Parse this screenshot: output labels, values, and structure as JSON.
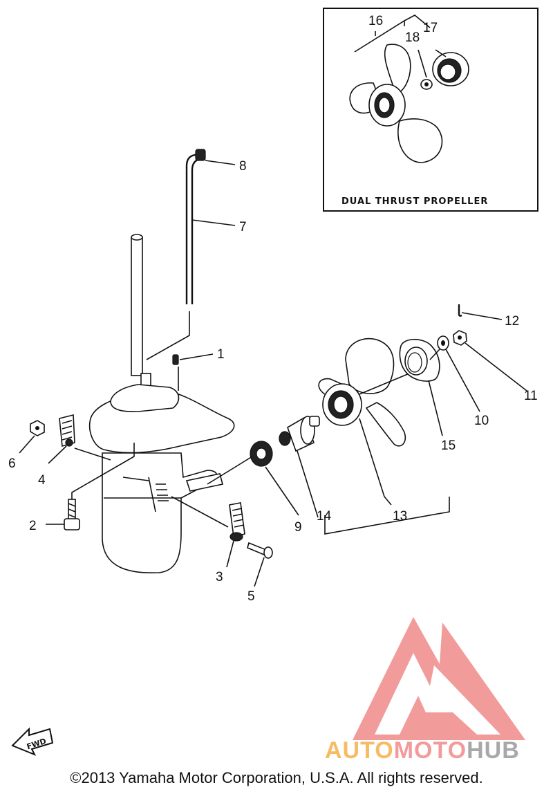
{
  "inset": {
    "caption": "DUAL THRUST PROPELLER"
  },
  "parts": {
    "p1": "1",
    "p2": "2",
    "p3": "3",
    "p4": "4",
    "p5": "5",
    "p6": "6",
    "p7": "7",
    "p8": "8",
    "p9": "9",
    "p10": "10",
    "p11": "11",
    "p12": "12",
    "p13": "13",
    "p14": "14",
    "p15": "15",
    "p16": "16",
    "p17": "17",
    "p18": "18"
  },
  "fwd_marker": {
    "text": "FWD"
  },
  "watermark": {
    "word1": "AUTO",
    "word2": "MOTO",
    "word3": "HUB",
    "color_orange": "#f5b04a",
    "color_red": "#f08a8a",
    "color_gray": "#9a9a9a"
  },
  "footer": {
    "copyright": "©2013 Yamaha Motor Corporation, U.S.A. All rights reserved."
  },
  "icons": {
    "fwd": "fwd-arrow-icon",
    "logo": "automotohub-logo-icon"
  }
}
